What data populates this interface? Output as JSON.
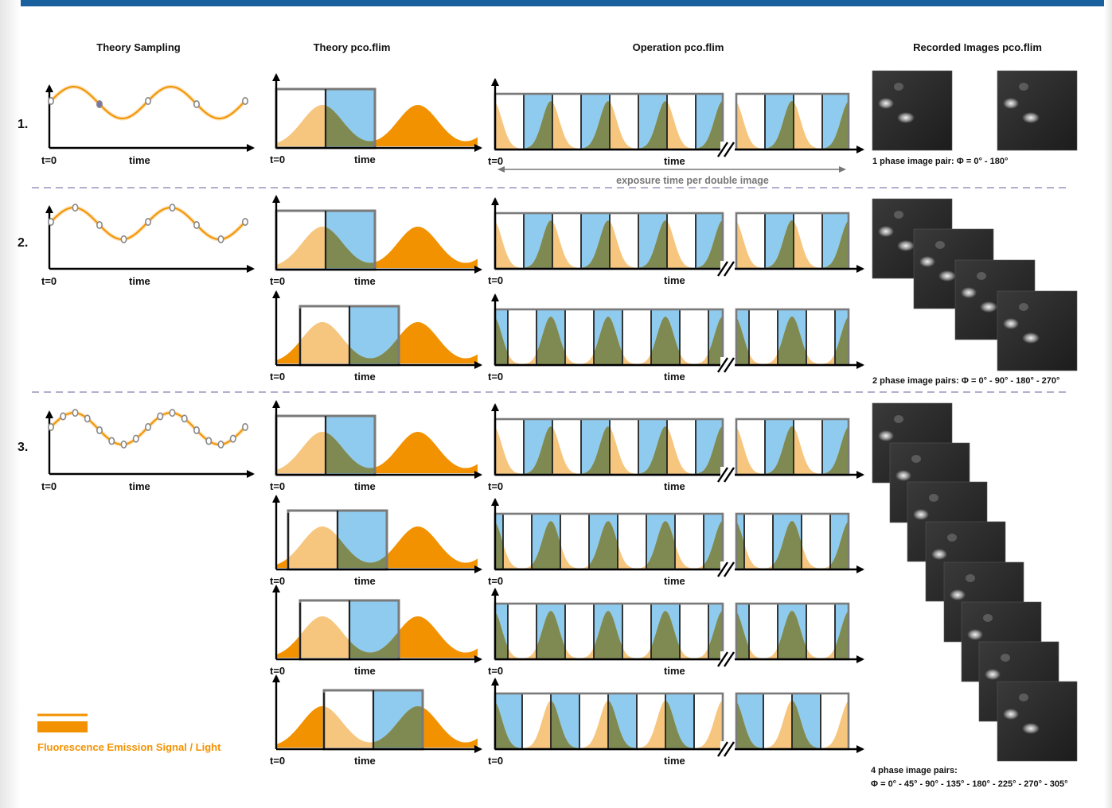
{
  "colors": {
    "top_bar": "#1a5f9e",
    "orange": "#f39200",
    "light_orange": "#f7c67e",
    "blue": "#8fcbef",
    "green": "#7f8a52",
    "purple": "#7b72a8",
    "gray_frame": "#7a7a7a",
    "dash": "#8080b0"
  },
  "headers": {
    "col1": "Theory Sampling",
    "col2": "Theory pco.flim",
    "col3": "Operation pco.flim",
    "col4": "Recorded Images pco.flim"
  },
  "rows": [
    {
      "label": "1.",
      "caption_lines": [
        "1 phase image pair: Φ = 0° - 180°"
      ],
      "image_count": 2,
      "phase_count": 1
    },
    {
      "label": "2.",
      "caption_lines": [
        "2 phase image pairs: Φ = 0° - 90° - 180° - 270°"
      ],
      "image_count": 4,
      "phase_count": 2
    },
    {
      "label": "3.",
      "caption_lines": [
        "4 phase image pairs:",
        "Φ = 0° - 45° - 90° - 135° - 180° - 225° - 270° - 305°"
      ],
      "image_count": 8,
      "phase_count": 4
    }
  ],
  "axis": {
    "t0": "t=0",
    "time": "time"
  },
  "exposure_label": "exposure time per double image",
  "legend": {
    "label": "Fluorescence Emission Signal / Light"
  }
}
